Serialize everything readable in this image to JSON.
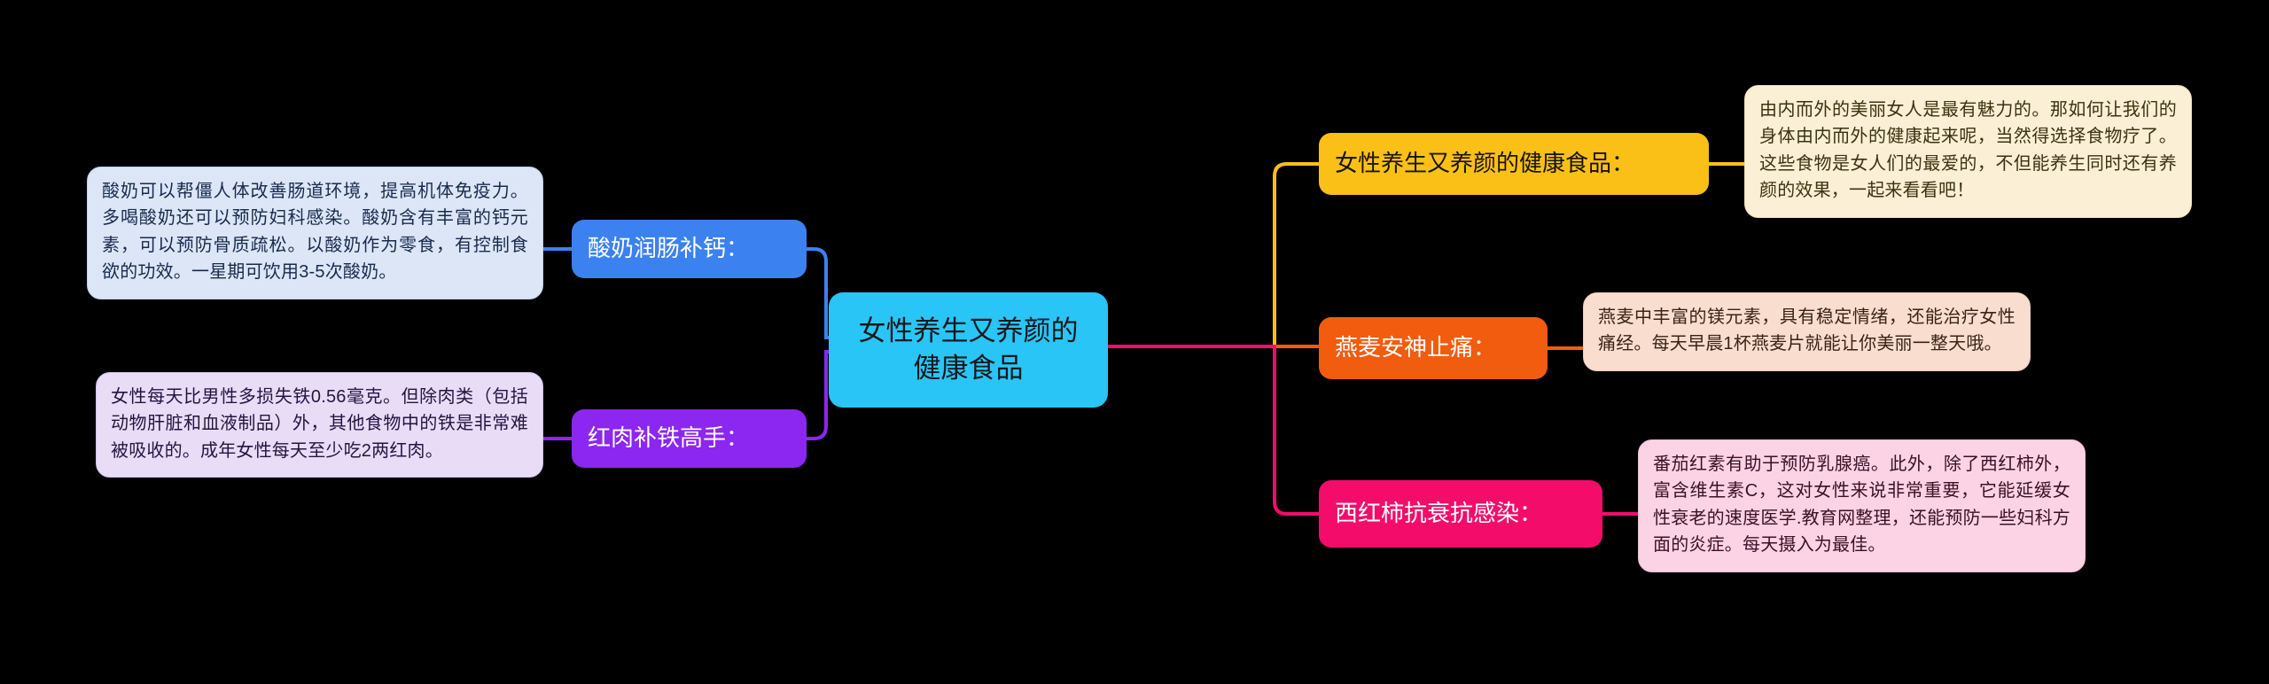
{
  "diagram": {
    "type": "mind-map",
    "background_color": "#000000",
    "central": {
      "label": "女性养生又养颜的健康食品",
      "color": "#29c5f6",
      "text_color": "#14181c"
    },
    "branches": [
      {
        "id": "yogurt",
        "side": "left",
        "label": "酸奶润肠补钙：",
        "color": "#3b82f0",
        "leaf_color": "#dce6f7",
        "detail": "酸奶可以帮僵人体改善肠道环境，提高机体免疫力。多喝酸奶还可以预防妇科感染。酸奶含有丰富的钙元素，可以预防骨质疏松。以酸奶作为零食，有控制食欲的功效。一星期可饮用3-5次酸奶。"
      },
      {
        "id": "redmeat",
        "side": "left",
        "label": "红肉补铁高手：",
        "color": "#8b27f0",
        "leaf_color": "#e8dcf7",
        "detail": "女性每天比男性多损失铁0.56毫克。但除肉类（包括动物肝脏和血液制品）外，其他食物中的铁是非常难被吸收的。成年女性每天至少吃2两红肉。"
      },
      {
        "id": "overview",
        "side": "right",
        "label": "女性养生又养颜的健康食品：",
        "color": "#fac017",
        "leaf_color": "#fbf0d6",
        "detail": "由内而外的美丽女人是最有魅力的。那如何让我们的身体由内而外的健康起来呢，当然得选择食物疗了。这些食物是女人们的最爱的，不但能养生同时还有养颜的效果，一起来看看吧！"
      },
      {
        "id": "oats",
        "side": "right",
        "label": "燕麦安神止痛：",
        "color": "#f25c0e",
        "leaf_color": "#f9ded0",
        "detail": "燕麦中丰富的镁元素，具有稳定情绪，还能治疗女性痛经。每天早晨1杯燕麦片就能让你美丽一整天哦。"
      },
      {
        "id": "tomato",
        "side": "right",
        "label": "西红柿抗衰抗感染：",
        "color": "#f40c6b",
        "leaf_color": "#fbd3e4",
        "detail": "番茄红素有助于预防乳腺癌。此外，除了西红柿外，富含维生素C，这对女性来说非常重要，它能延缓女性衰老的速度医学.教育网整理，还能预防一些妇科方面的炎症。每天摄入为最佳。"
      }
    ]
  }
}
